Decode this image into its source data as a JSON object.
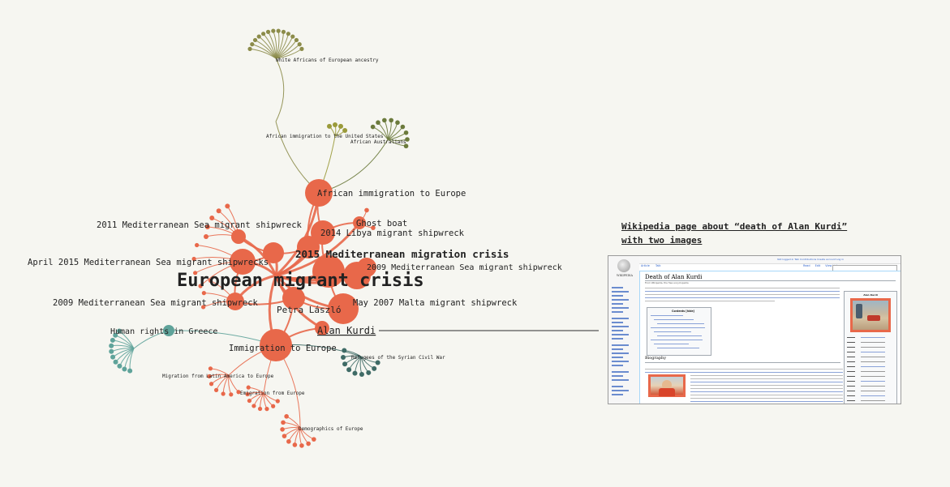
{
  "colors": {
    "background": "#f6f6f1",
    "european": "#e8684a",
    "olive": "#8c8c4a",
    "olive_dark": "#6b7a3c",
    "olive_light": "#9a9a3a",
    "teal": "#5fa39a",
    "teal_dark": "#3f6b66",
    "connector": "#555555"
  },
  "graph": {
    "hub": "European migrant crisis",
    "nodes": {
      "white_africans": "White Africans of European ancestry",
      "african_immigration_us": "African immigration to the United States",
      "african_australians": "African Australians",
      "african_immigration_europe": "African immigration to Europe",
      "shipwreck_2011": "2011 Mediterranean Sea migrant shipwreck",
      "ghost_boat": "Ghost boat",
      "libya_2014": "2014 Libya migrant shipwreck",
      "crisis_2015": "2015 Mediterranean migration crisis",
      "april_2015": "April 2015 Mediterranean Sea migrant shipwrecks",
      "shipwreck_2009_a": "2009 Mediterranean Sea migrant shipwreck",
      "shipwreck_2009_b": "2009 Mediterranean Sea migrant shipwreck",
      "petra": "Petra László",
      "malta_2007": "May 2007 Malta migrant shipwreck",
      "human_rights_greece": "Human rights in Greece",
      "alan_kurdi": "Alan Kurdi",
      "immigration_europe": "Immigration to Europe",
      "refugees_syria": "Refugees of the Syrian Civil War",
      "latin_america": "Migration from Latin America to Europe",
      "emigration_europe": "Emigration from Europe",
      "demographics_europe": "Demographics of Europe"
    }
  },
  "callout": {
    "line1": "Wikipedia page about “death of Alan Kurdi”",
    "line2": "with two images"
  },
  "wiki": {
    "title": "Death of Alan Kurdi",
    "subtitle": "From Wikipedia, the free encyclopedia",
    "logo_text": "WIKIPEDIA",
    "tabs": [
      "Article",
      "Talk"
    ],
    "right_tabs": [
      "Read",
      "Edit",
      "View history"
    ],
    "user_links": "Not logged in   Talk   Contributions   Create account   Log in",
    "toc_title": "Contents [hide]",
    "heading": "Biography",
    "infobox_title": "Alan Kurdi"
  }
}
